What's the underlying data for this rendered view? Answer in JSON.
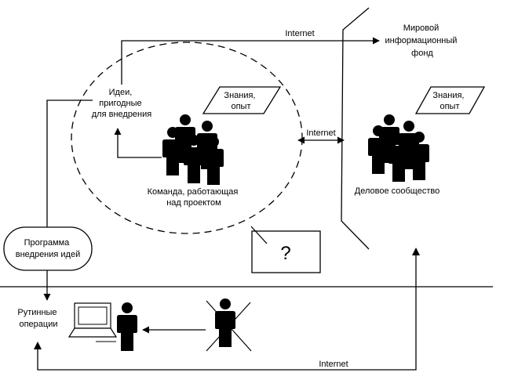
{
  "labels": {
    "internet_top": "Internet",
    "world_fund": [
      "Мировой",
      "информационный",
      "фонд"
    ],
    "ideas": [
      "Идеи,",
      "пригодные",
      "для внедрения"
    ],
    "knowledge_team": [
      "Знания,",
      "опыт"
    ],
    "knowledge_business": [
      "Знания,",
      "опыт"
    ],
    "internet_middle": "Internet",
    "team": [
      "Команда, работающая",
      "над проектом"
    ],
    "business": "Деловое сообщество",
    "program": [
      "Программа",
      "внедрения идей"
    ],
    "question": "?",
    "routine": [
      "Рутинные",
      "операции"
    ],
    "internet_bottom": "Internet"
  }
}
